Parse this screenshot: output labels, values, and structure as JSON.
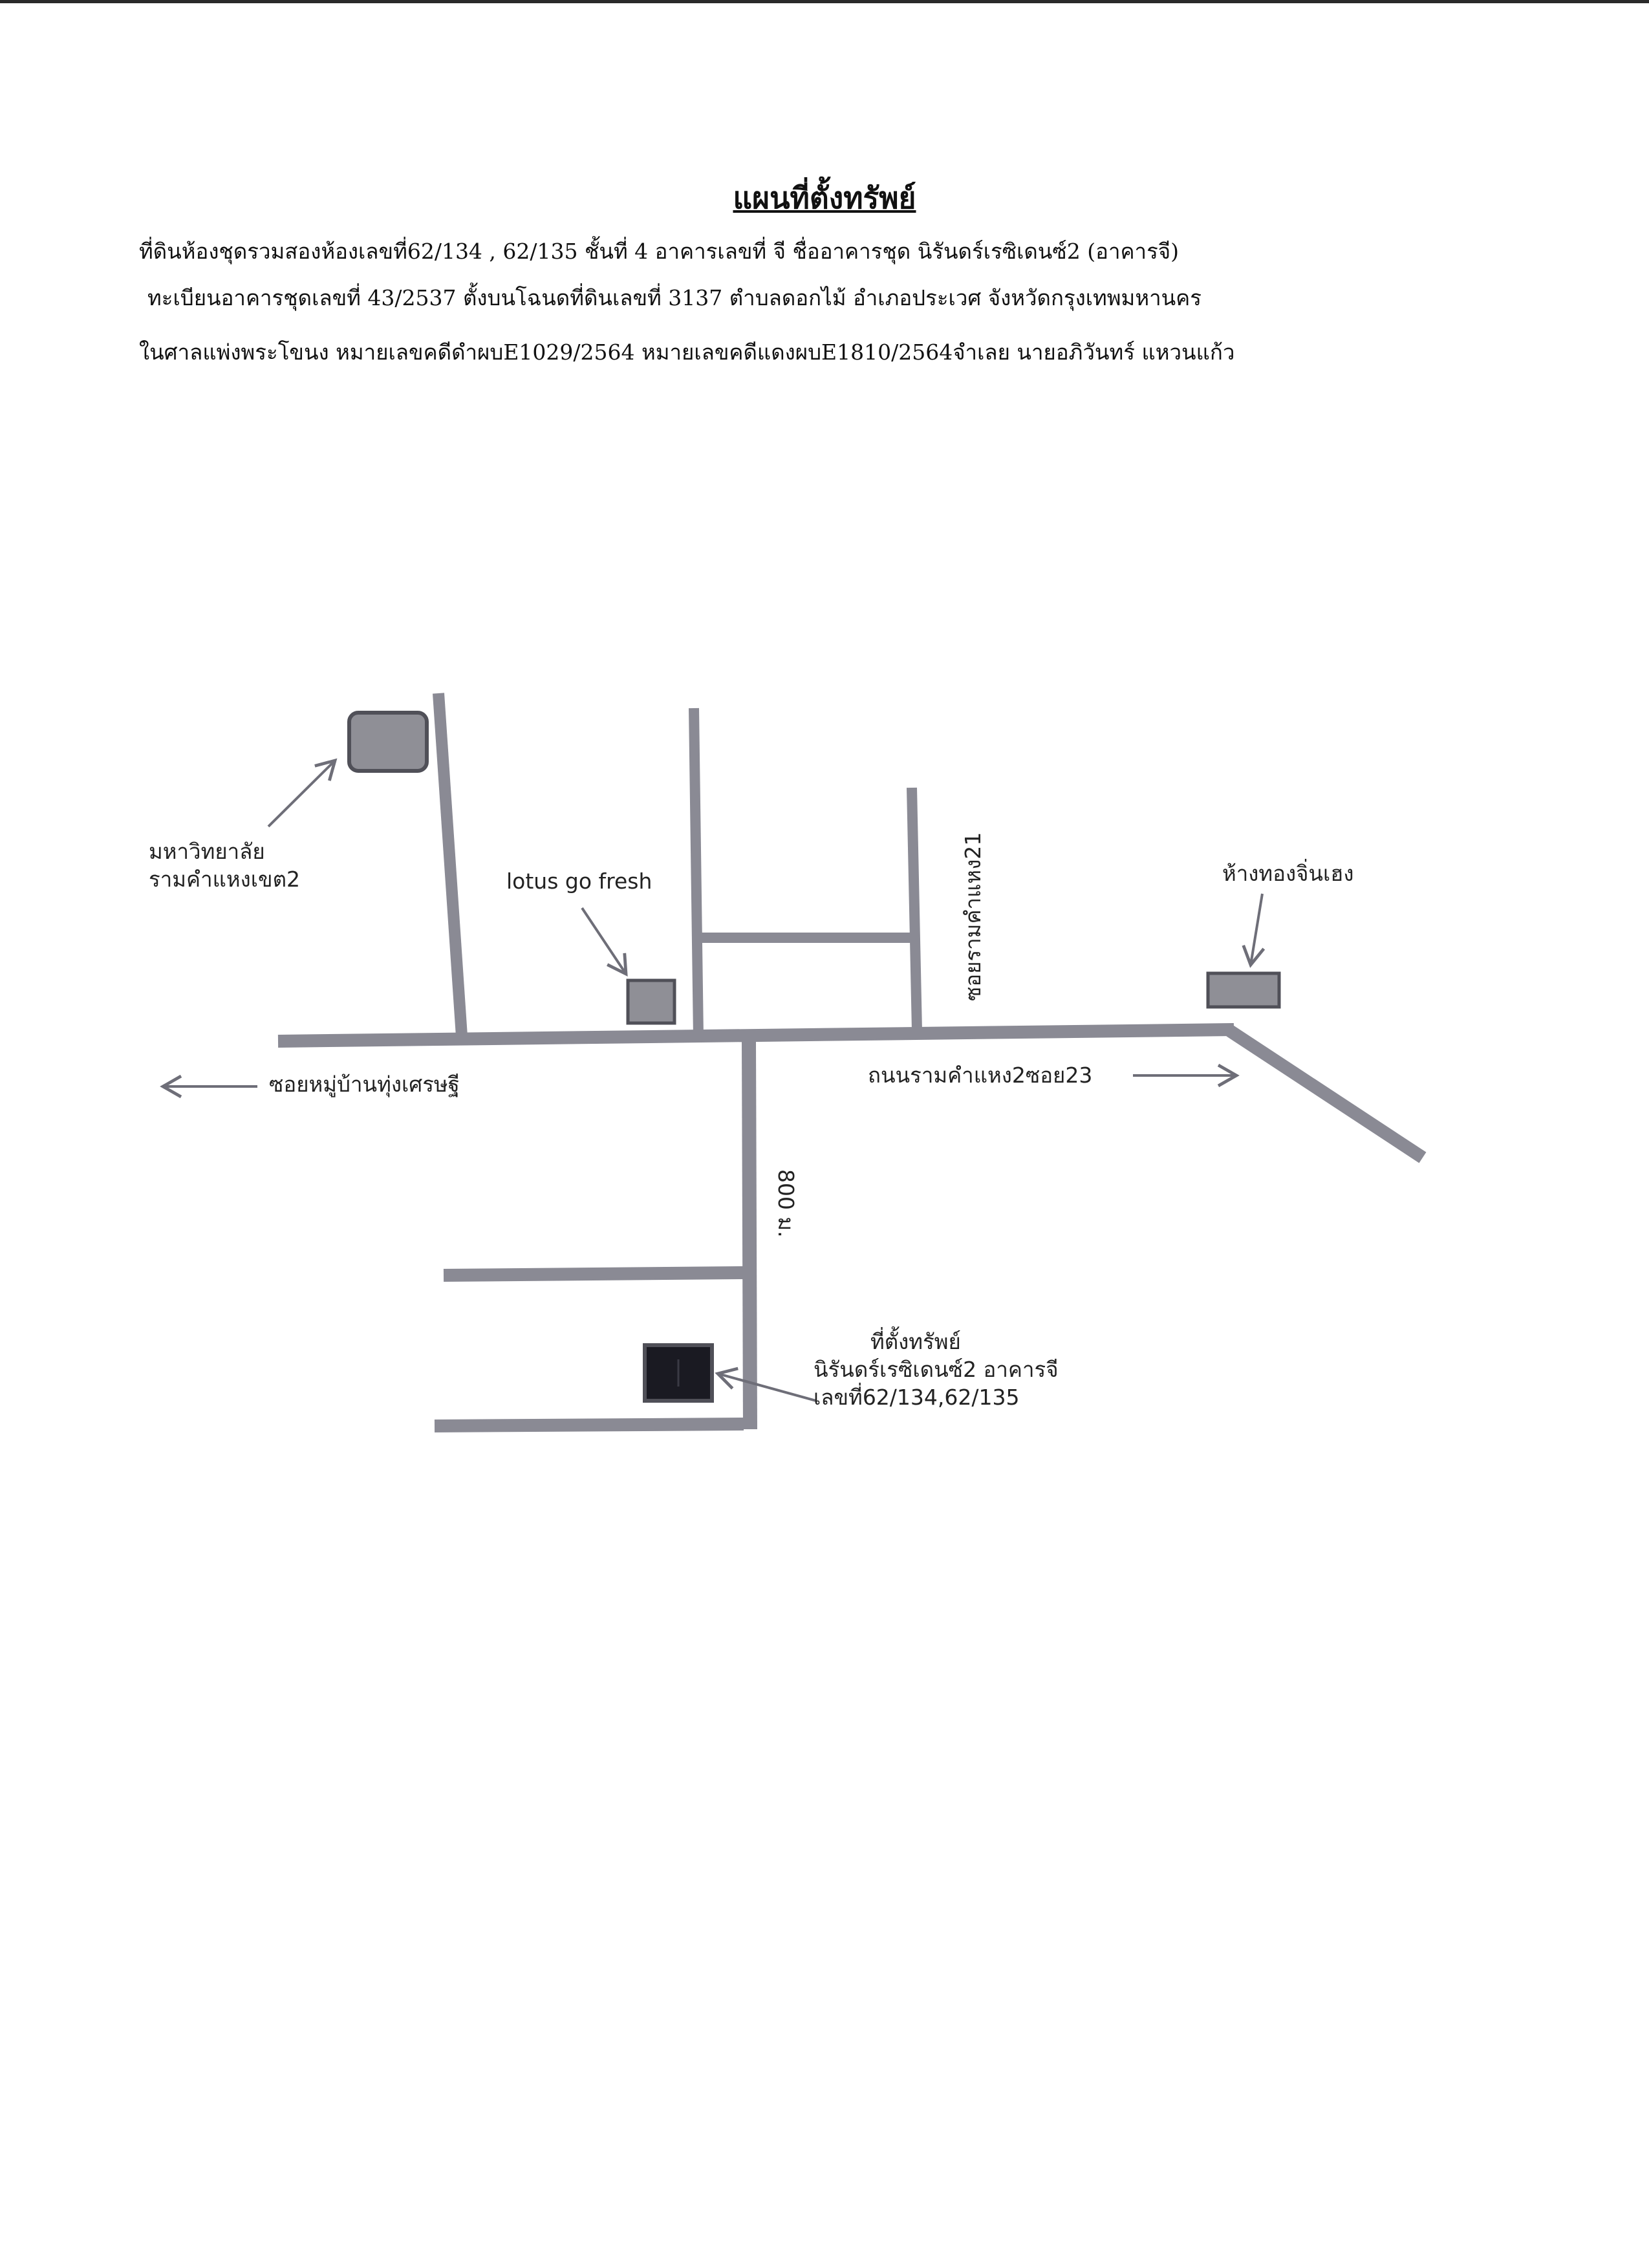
{
  "document": {
    "title": "แผนที่ตั้งทรัพย์",
    "lines": [
      "ที่ดินห้องชุดรวมสองห้องเลขที่62/134 , 62/135 ชั้นที่ 4 อาคารเลขที่ จี ชื่ออาคารชุด นิรันดร์เรซิเดนซ์2 (อาคารจี)",
      "ทะเบียนอาคารชุดเลขที่ 43/2537 ตั้งบนโฉนดที่ดินเลขที่ 3137 ตำบลดอกไม้ อำเภอประเวศ จังหวัดกรุงเทพมหานคร",
      "ในศาลแพ่งพระโขนง หมายเลขคดีดำผบE1029/2564 หมายเลขคดีแดงผบE1810/2564จำเลย นายอภิวันทร์ แหวนแก้ว"
    ]
  },
  "map": {
    "colors": {
      "road": "#8a8a94",
      "landmark": "#8f8f96",
      "landmark_border": "#505058",
      "property": "#1a1a22",
      "arrow": "#6e6e78"
    },
    "landmarks": {
      "university": [
        "มหาวิทยาลัย",
        "รามคำแหงเขต2"
      ],
      "lotus": "lotus go fresh",
      "gold_shop": "ห้างทองจิ่นเฮง"
    },
    "roads": {
      "soi_village": "ซอยหมู่บ้านทุ่งเศรษฐี",
      "main_road": "ถนนรามคำแหง2ซอย23",
      "soi_21": "ซอยรามคำแหง21"
    },
    "distance": "800 ม.",
    "property": {
      "title": "ที่ตั้งทรัพย์",
      "name": "นิรันดร์เรซิเดนซ์2 อาคารจี",
      "number": "เลขที่62/134,62/135"
    }
  }
}
